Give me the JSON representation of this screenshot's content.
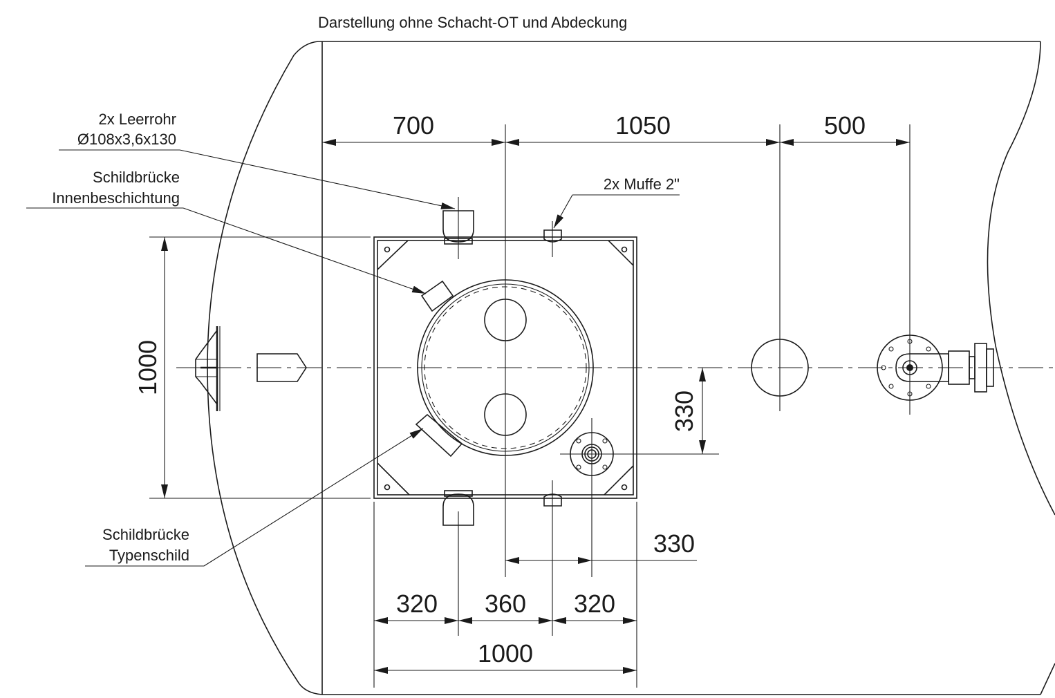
{
  "title": "Darstellung ohne Schacht-OT und Abdeckung",
  "labels": {
    "leerrohr_1": "2x Leerrohr",
    "leerrohr_2": "Ø108x3,6x130",
    "muffe": "2x Muffe 2\"",
    "schild_innen_1": "Schildbrücke",
    "schild_innen_2": "Innenbeschichtung",
    "schild_typ_1": "Schildbrücke",
    "schild_typ_2": "Typenschild"
  },
  "dimensions": {
    "top_left": "700",
    "top_mid": "1050",
    "top_right": "500",
    "left_height": "1000",
    "offset_vertical": "330",
    "offset_horizontal": "330",
    "bottom_left": "320",
    "bottom_mid": "360",
    "bottom_right": "320",
    "bottom_total": "1000"
  }
}
